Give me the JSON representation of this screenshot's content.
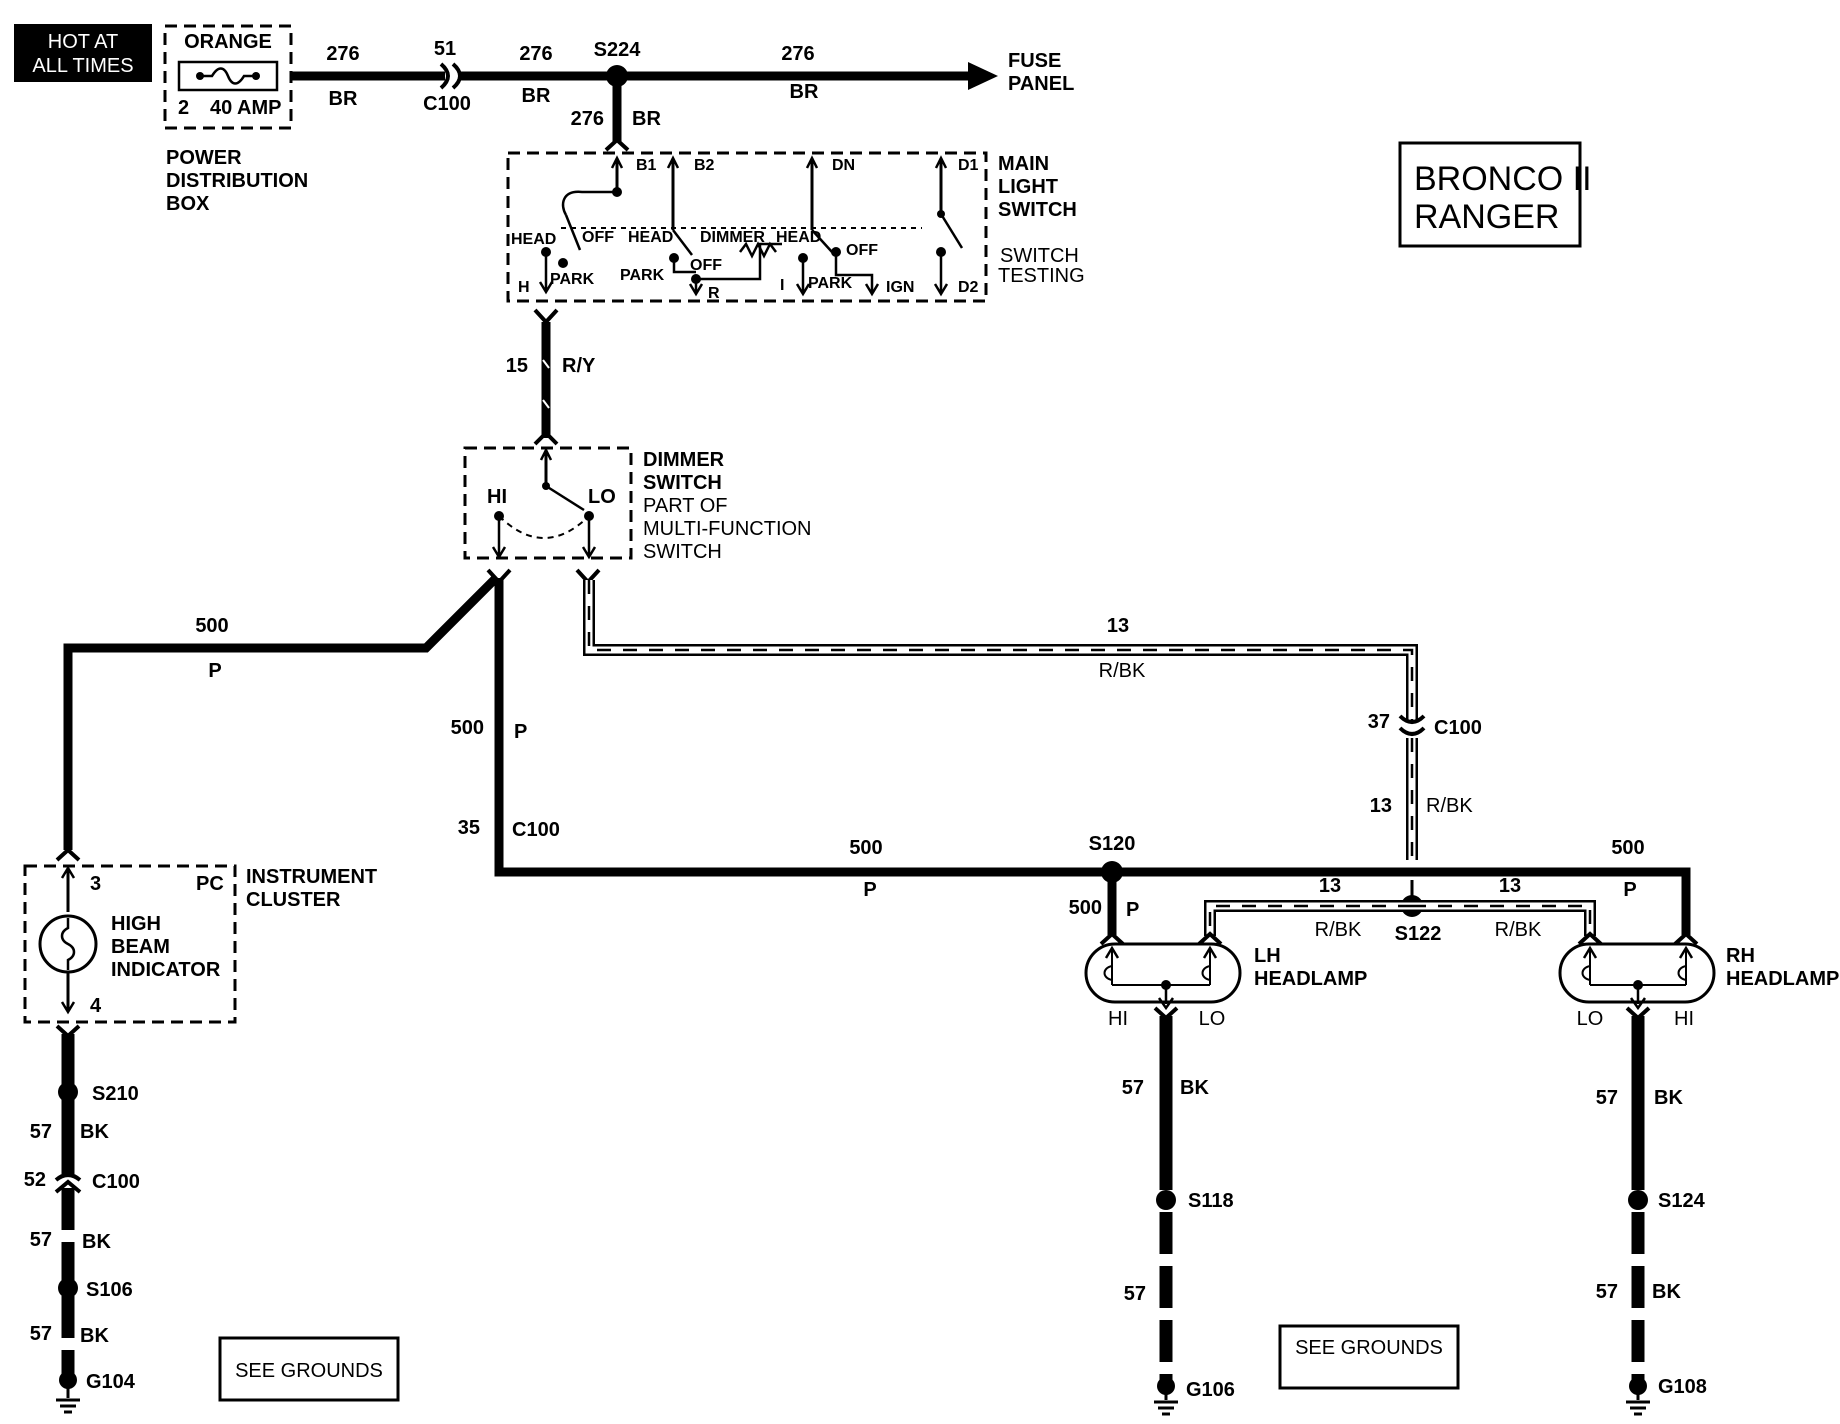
{
  "title": {
    "line1": "BRONCO II",
    "line2": "RANGER"
  },
  "hot": {
    "line1": "HOT AT",
    "line2": "ALL TIMES"
  },
  "fuse": {
    "color": "ORANGE",
    "num": "2",
    "rating": "40 AMP"
  },
  "pdb": {
    "line1": "POWER",
    "line2": "DISTRIBUTION",
    "line3": "BOX"
  },
  "feed": {
    "c1": "276",
    "c1c": "BR",
    "c2": "51",
    "conn": "C100",
    "c3": "276",
    "c3c": "BR",
    "splice": "S224",
    "c4": "276",
    "c4c": "BR",
    "fuse_panel1": "FUSE",
    "fuse_panel2": "PANEL",
    "down_c": "276",
    "down_col": "BR"
  },
  "mls": {
    "title1": "MAIN",
    "title2": "LIGHT",
    "title3": "SWITCH",
    "test1": "SWITCH",
    "test2": "TESTING",
    "b1": "B1",
    "b2": "B2",
    "dn": "DN",
    "d1": "D1",
    "d2": "D2",
    "head": "HEAD",
    "off": "OFF",
    "park": "PARK",
    "head2": "HEAD",
    "park2": "PARK",
    "off2": "OFF",
    "dimmer": "DIMMER",
    "head3": "HEAD",
    "off3": "OFF",
    "park3": "PARK",
    "h": "H",
    "r": "R",
    "i": "I",
    "ign": "IGN"
  },
  "ry": {
    "circuit": "15",
    "color": "R/Y"
  },
  "dimmer": {
    "line1": "DIMMER",
    "line2": "SWITCH",
    "line3": "PART OF",
    "line4": "MULTI-FUNCTION",
    "line5": "SWITCH",
    "hi": "HI",
    "lo": "LO"
  },
  "p_left": {
    "circuit": "500",
    "color": "P"
  },
  "p_mid": {
    "circuit": "500",
    "color": "P",
    "pin": "35",
    "conn": "C100"
  },
  "p_bottom": {
    "circuit": "500",
    "color": "P",
    "splice": "S120"
  },
  "p_right": {
    "circuit": "500",
    "color": "P"
  },
  "p_lh": {
    "circuit": "500",
    "color": "P"
  },
  "rbk": {
    "top_c": "13",
    "top_col": "R/BK",
    "pin": "37",
    "conn": "C100",
    "v_c": "13",
    "v_col": "R/BK",
    "splice": "S122",
    "l_c": "13",
    "l_col": "R/BK",
    "r_c": "13",
    "r_col": "R/BK"
  },
  "cluster": {
    "title1": "INSTRUMENT",
    "title2": "CLUSTER",
    "pin3": "3",
    "pc": "PC",
    "pin4": "4",
    "ind1": "HIGH",
    "ind2": "BEAM",
    "ind3": "INDICATOR"
  },
  "lh": {
    "title1": "LH",
    "title2": "HEADLAMP",
    "hi": "HI",
    "lo": "LO"
  },
  "rh": {
    "title1": "RH",
    "title2": "HEADLAMP",
    "hi": "HI",
    "lo": "LO"
  },
  "gnd_left": {
    "s210": "S210",
    "c57a": "57",
    "bka": "BK",
    "pin52": "52",
    "c100": "C100",
    "c57b": "57",
    "bkb": "BK",
    "s106": "S106",
    "c57c": "57",
    "bkc": "BK",
    "g104": "G104",
    "see": "SEE GROUNDS"
  },
  "gnd_lh": {
    "c57a": "57",
    "bka": "BK",
    "s118": "S118",
    "c57b": "57",
    "g106": "G106",
    "see": "SEE GROUNDS"
  },
  "gnd_rh": {
    "c57a": "57",
    "bka": "BK",
    "s124": "S124",
    "c57b": "57",
    "bkb": "BK",
    "g108": "G108"
  }
}
